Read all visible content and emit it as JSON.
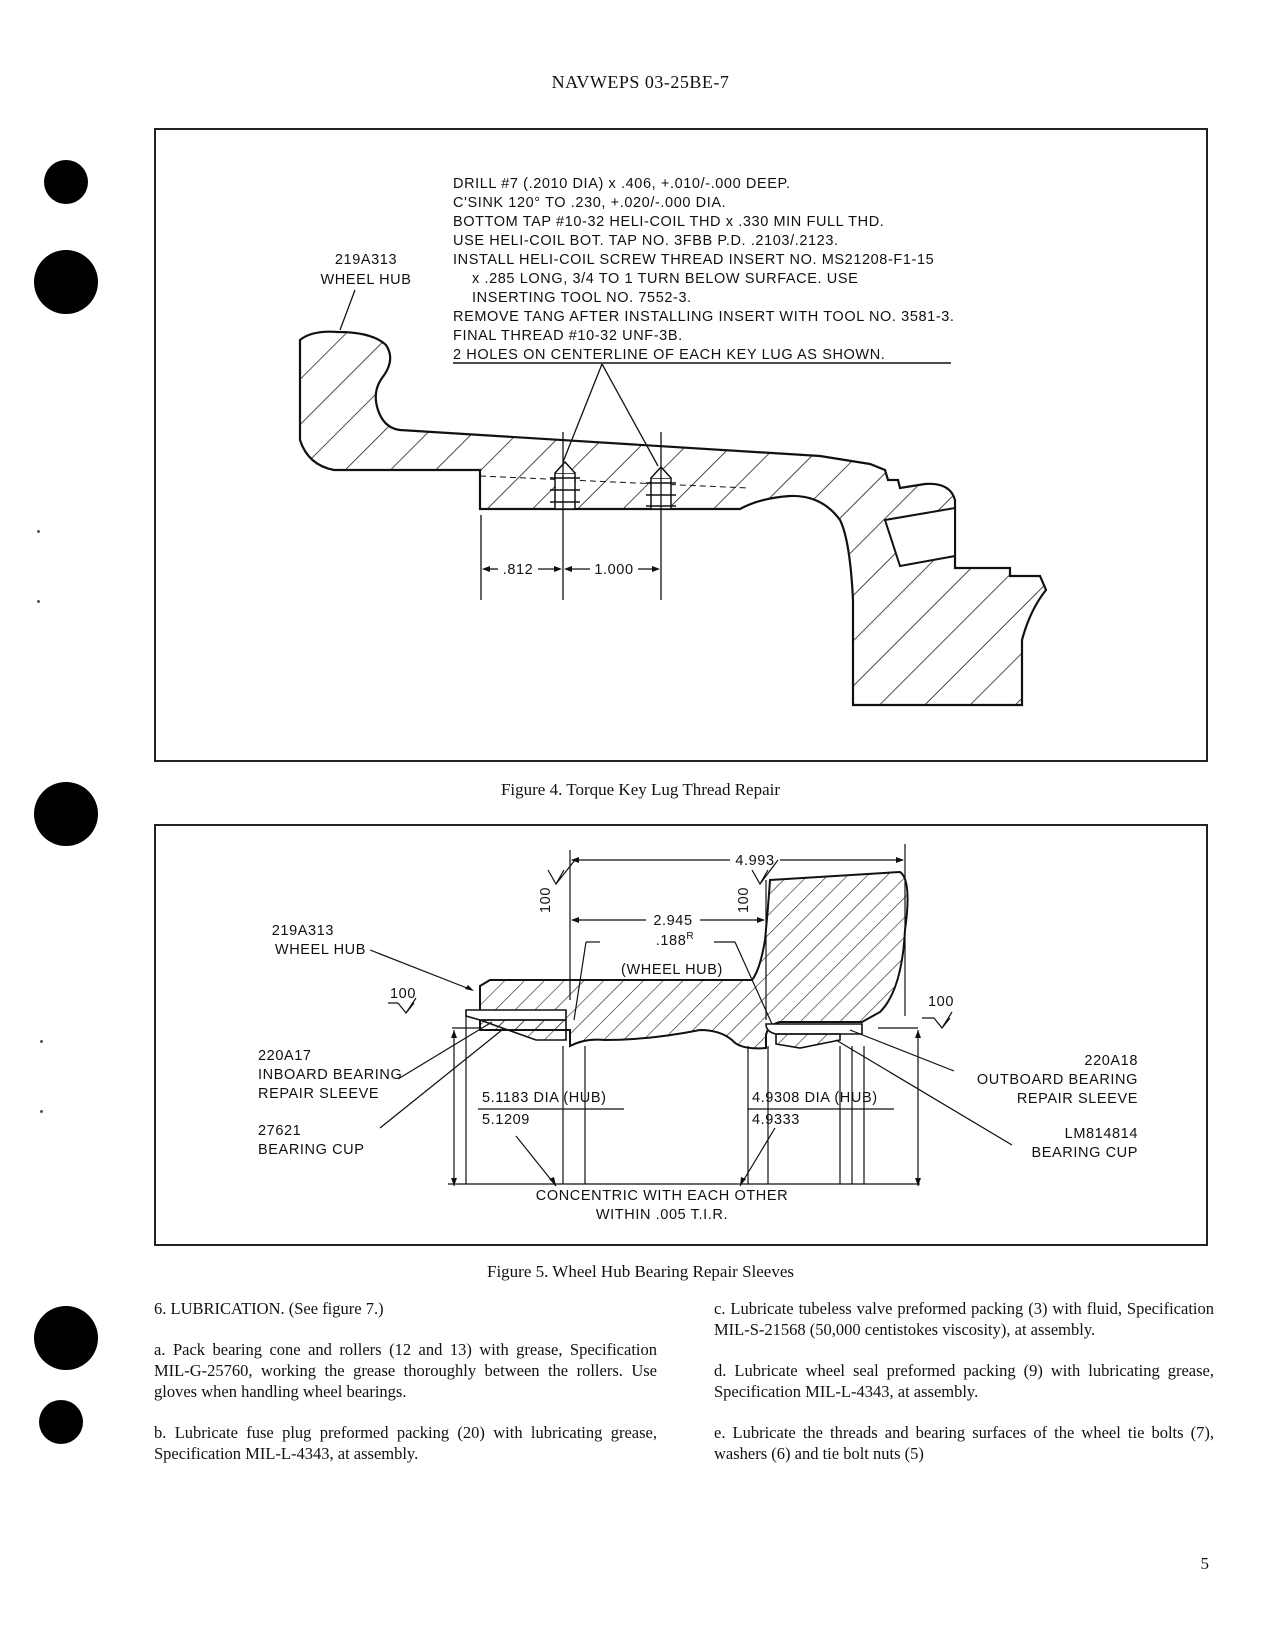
{
  "header": "NAVWEPS 03-25BE-7",
  "figure4": {
    "caption": "Figure 4.  Torque Key Lug Thread Repair",
    "part_number": "219A313",
    "part_name": "WHEEL HUB",
    "notes": [
      "DRILL #7 (.2010 DIA) x .406, +.010/-.000 DEEP.",
      "C'SINK 120° TO .230, +.020/-.000 DIA.",
      "BOTTOM TAP #10-32 HELI-COIL THD x .330 MIN FULL THD.",
      "USE HELI-COIL BOT. TAP NO. 3FBB   P.D. .2103/.2123.",
      "INSTALL HELI-COIL SCREW THREAD INSERT NO. MS21208-F1-15",
      "x .285 LONG, 3/4 TO 1 TURN BELOW SURFACE.  USE",
      "INSERTING TOOL NO. 7552-3.",
      "REMOVE TANG AFTER INSTALLING INSERT WITH TOOL NO. 3581-3.",
      "FINAL THREAD #10-32 UNF-3B.",
      "2 HOLES ON CENTERLINE OF EACH KEY LUG AS SHOWN."
    ],
    "dim1": ".812",
    "dim2": "1.000"
  },
  "figure5": {
    "caption": "Figure 5.  Wheel Hub Bearing Repair Sleeves",
    "hub_number": "219A313",
    "hub_name": "WHEEL HUB",
    "dim_overall": "4.993",
    "dim_inner": "2.945",
    "radius": ".188",
    "radius_sup": "R",
    "radius_note": "(WHEEL HUB)",
    "finish": "100",
    "inboard_sleeve_no": "220A17",
    "inboard_sleeve_l1": "INBOARD BEARING",
    "inboard_sleeve_l2": "REPAIR SLEEVE",
    "inboard_cup_no": "27621",
    "inboard_cup_name": "BEARING CUP",
    "inboard_dia_1": "5.1183 DIA (HUB)",
    "inboard_dia_2": "5.1209",
    "outboard_dia_1": "4.9308 DIA (HUB)",
    "outboard_dia_2": "4.9333",
    "outboard_sleeve_no": "220A18",
    "outboard_sleeve_l1": "OUTBOARD BEARING",
    "outboard_sleeve_l2": "REPAIR SLEEVE",
    "outboard_cup_no": "LM814814",
    "outboard_cup_name": "BEARING CUP",
    "concentric_1": "CONCENTRIC WITH EACH OTHER",
    "concentric_2": "WITHIN .005 T.I.R."
  },
  "left_column": [
    "6. LUBRICATION. (See figure 7.)",
    "a. Pack bearing cone and rollers (12 and 13) with grease, Specification MIL-G-25760, working the grease thoroughly between the rollers. Use gloves when handling wheel bearings.",
    "b. Lubricate fuse plug preformed packing (20) with lubricating grease, Specification MIL-L-4343, at assembly."
  ],
  "right_column": [
    "c. Lubricate tubeless valve preformed packing (3) with fluid, Specification MIL-S-21568 (50,000 centistokes viscosity), at assembly.",
    "d. Lubricate wheel seal preformed packing (9) with lubricating grease, Specification MIL-L-4343, at assembly.",
    "e. Lubricate the threads and bearing surfaces of the wheel tie bolts (7), washers (6) and tie bolt nuts (5)"
  ],
  "page_number": "5"
}
